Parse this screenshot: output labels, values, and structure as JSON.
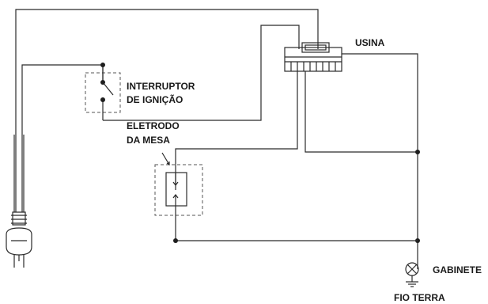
{
  "labels": {
    "usina": "USINA",
    "interruptor_line1": "INTERRUPTOR",
    "interruptor_line2": "DE IGNIÇÃO",
    "eletrodo_line1": "ELETRODO",
    "eletrodo_line2": "DA MESA",
    "gabinete": "GABINETE",
    "fio_terra": "FIO TERRA"
  },
  "icons": [
    "power-plug-icon",
    "ground-lamp-icon",
    "ignition-switch-icon"
  ],
  "colors": {
    "line": "#2b2b2b",
    "background": "#ffffff"
  }
}
